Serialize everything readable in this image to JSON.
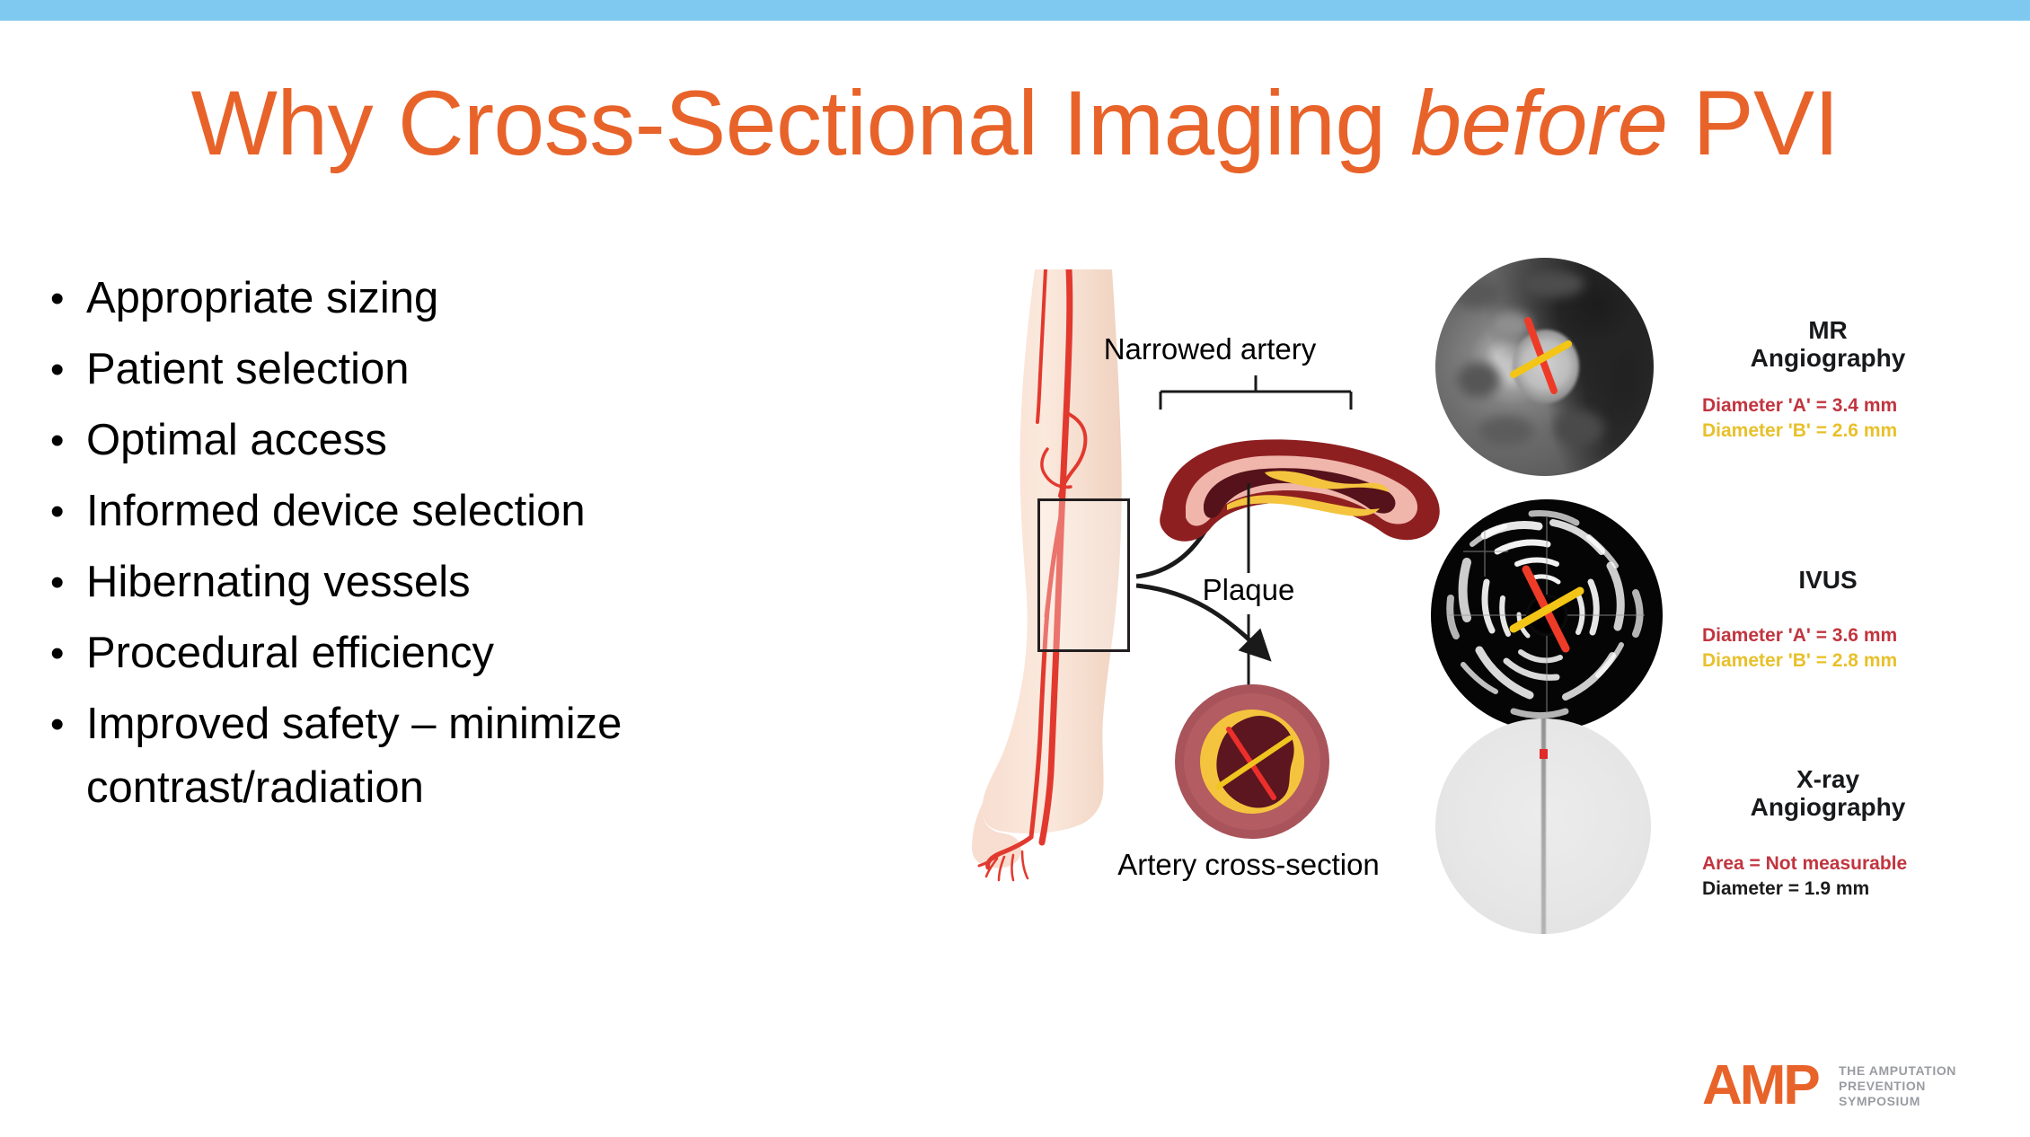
{
  "banner": {
    "color": "#7FC9F0"
  },
  "title": {
    "part1": "Why Cross-Sectional Imaging ",
    "emphasis": "before",
    "part2": " PVI",
    "color": "#E8632A"
  },
  "bullets": [
    {
      "marker": "•",
      "text": "Appropriate sizing"
    },
    {
      "marker": "•",
      "text": "Patient selection"
    },
    {
      "marker": "•",
      "text": "Optimal access"
    },
    {
      "marker": "•",
      "text": "Informed device selection"
    },
    {
      "marker": "•",
      "text": "Hibernating vessels"
    },
    {
      "marker": "•",
      "text": "Procedural efficiency"
    },
    {
      "marker": "•",
      "text": "Improved safety – minimize contrast/radiation"
    }
  ],
  "diagram": {
    "narrowed_artery_label": "Narrowed artery",
    "plaque_label": "Plaque",
    "cross_section_label": "Artery cross-section"
  },
  "imaging_panels": [
    {
      "name": "mr-angiography",
      "title_line1": "MR",
      "title_line2": "Angiography",
      "measurement_a": "Diameter 'A' = 3.4 mm",
      "measurement_b": "Diameter 'B' = 2.6 mm",
      "color_a": "#C1353F",
      "color_b": "#E8C02A"
    },
    {
      "name": "ivus",
      "title_line1": "IVUS",
      "title_line2": "",
      "measurement_a": "Diameter 'A' = 3.6 mm",
      "measurement_b": "Diameter 'B' = 2.8 mm",
      "color_a": "#C1353F",
      "color_b": "#E8C02A"
    },
    {
      "name": "xray-angiography",
      "title_line1": "X-ray",
      "title_line2": "Angiography",
      "measurement_a": "Area = Not measurable",
      "measurement_b": "Diameter = 1.9 mm",
      "color_a": "#C1353F",
      "color_b": "#1b1b1b"
    }
  ],
  "logo": {
    "mark": "AMP",
    "tagline_line1": "THE AMPUTATION",
    "tagline_line2": "PREVENTION",
    "tagline_line3": "SYMPOSIUM",
    "mark_color": "#E8632A"
  }
}
